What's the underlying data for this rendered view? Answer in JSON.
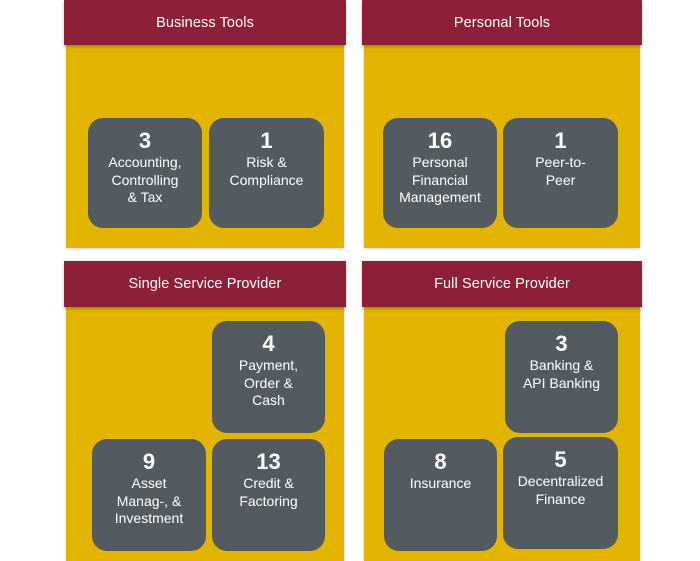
{
  "panels": {
    "business": {
      "title": "Business Tools",
      "tiles": [
        {
          "count": "3",
          "label": "Accounting,\nControlling\n& Tax"
        },
        {
          "count": "1",
          "label": "Risk &\nCompliance"
        }
      ]
    },
    "personal": {
      "title": "Personal Tools",
      "tiles": [
        {
          "count": "16",
          "label": "Personal\nFinancial\nManagement"
        },
        {
          "count": "1",
          "label": "Peer-to-\nPeer"
        }
      ]
    },
    "single": {
      "title": "Single Service Provider",
      "tiles": [
        {
          "count": "4",
          "label": "Payment,\nOrder &\nCash"
        },
        {
          "count": "9",
          "label": "Asset\nManag-, &\nInvestment"
        },
        {
          "count": "13",
          "label": "Credit &\nFactoring"
        }
      ]
    },
    "full": {
      "title": "Full Service Provider",
      "tiles": [
        {
          "count": "3",
          "label": "Banking &\nAPI Banking"
        },
        {
          "count": "8",
          "label": "Insurance"
        },
        {
          "count": "5",
          "label": "Decentralized\nFinance"
        }
      ]
    }
  },
  "colors": {
    "panel_background": "#e2b400",
    "header_background": "#8d1f38",
    "tile_background": "#545b60",
    "text": "#ffffff"
  }
}
